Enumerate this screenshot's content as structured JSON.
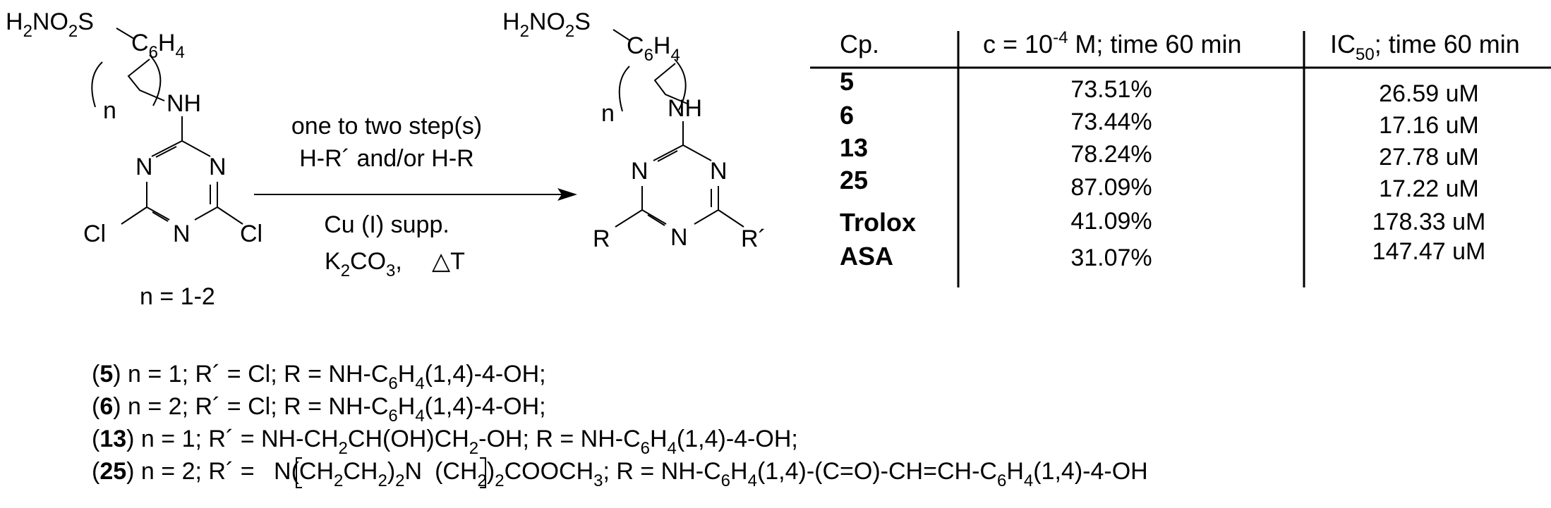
{
  "reactant": {
    "sulfonamide": "H2NO2S",
    "aryl": "C6H4",
    "n_label": "n",
    "amine": "NH",
    "ring_n1": "N",
    "ring_n2": "N",
    "ring_n3": "N",
    "cl_left": "Cl",
    "cl_right": "Cl",
    "n_range": "n = 1-2"
  },
  "conditions": {
    "line1": "one to two step(s)",
    "line2": "H-R´ and/or H-R",
    "line3": "Cu (I) supp.",
    "line4_base": "K2CO3,",
    "line4_heat": "△T"
  },
  "product": {
    "sulfonamide": "H2NO2S",
    "aryl": "C6H4",
    "n_label": "n",
    "amine": "NH",
    "ring_n1": "N",
    "ring_n2": "N",
    "ring_n3": "N",
    "r_left": "R",
    "r_right": "R´"
  },
  "table": {
    "headers": [
      "Cp.",
      "c = 10-4 M; time 60 min",
      "IC50; time 60 min"
    ],
    "rows": [
      {
        "cp": "5",
        "inhibition": "73.51%",
        "ic50": "26.59 uM"
      },
      {
        "cp": "6",
        "inhibition": "73.44%",
        "ic50": "17.16 uM"
      },
      {
        "cp": "13",
        "inhibition": "78.24%",
        "ic50": "27.78 uM"
      },
      {
        "cp": "25",
        "inhibition": "87.09%",
        "ic50": "17.22 uM"
      },
      {
        "cp": "Trolox",
        "inhibition": "41.09%",
        "ic50": "178.33 uM"
      },
      {
        "cp": "ASA",
        "inhibition": "31.07%",
        "ic50": "147.47 uM"
      }
    ]
  },
  "legend": [
    "(5) n = 1; R´ = Cl; R = NH-C6H4(1,4)-4-OH;",
    "(6) n = 2; R´ = Cl; R = NH-C6H4(1,4)-4-OH;",
    "(13) n = 1; R´ = NH-CH2CH(OH)CH2-OH; R = NH-C6H4(1,4)-4-OH;",
    "(25) n = 2; R´ = [N(CH2CH2)2N](CH2)2COOCH3; R = NH-C6H4(1,4)-(C=O)-CH=CH-C6H4(1,4)-4-OH"
  ]
}
